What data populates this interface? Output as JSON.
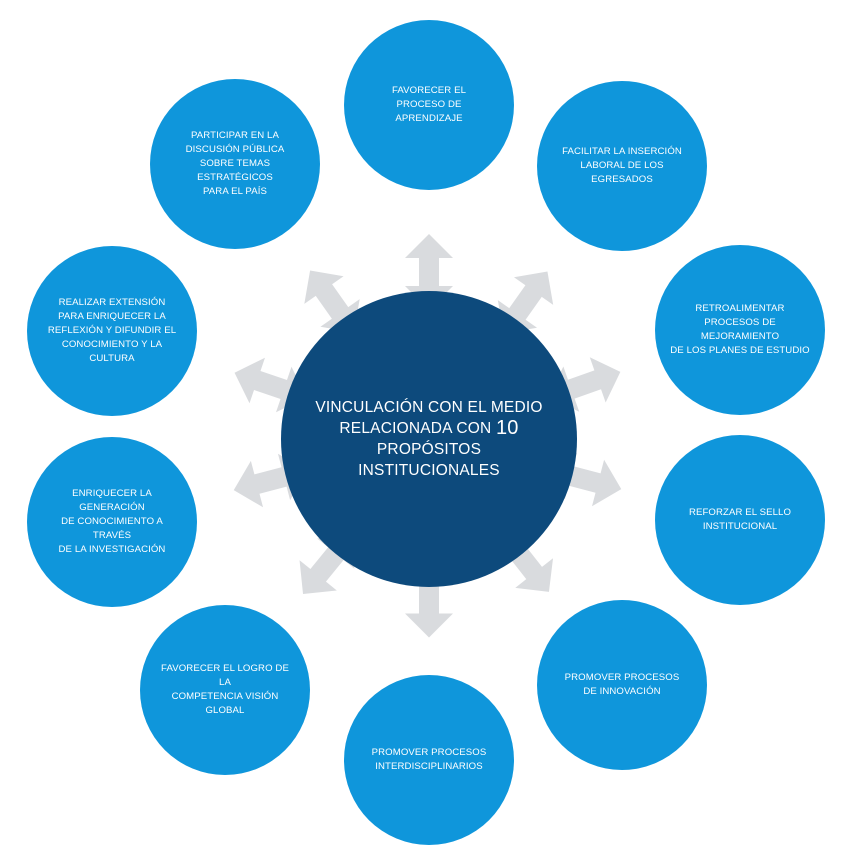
{
  "center": {
    "line1": "VINCULACIÓN CON EL MEDIO",
    "line2_text": "RELACIONADA CON",
    "line2_number": "10",
    "line3": "PROPÓSITOS INSTITUCIONALES"
  },
  "nodes": [
    {
      "lines": [
        "FAVORECER EL",
        "PROCESO DE",
        "APRENDIZAJE"
      ]
    },
    {
      "lines": [
        "FACILITAR LA INSERCIÓN",
        "LABORAL DE LOS EGRESADOS"
      ]
    },
    {
      "lines": [
        "RETROALIMENTAR",
        "PROCESOS DE MEJORAMIENTO",
        "DE LOS PLANES DE ESTUDIO"
      ]
    },
    {
      "lines": [
        "REFORZAR EL SELLO",
        "INSTITUCIONAL"
      ]
    },
    {
      "lines": [
        "PROMOVER PROCESOS",
        "DE INNOVACIÓN"
      ]
    },
    {
      "lines": [
        "PROMOVER PROCESOS",
        "INTERDISCIPLINARIOS"
      ]
    },
    {
      "lines": [
        "FAVORECER EL LOGRO DE LA",
        "COMPETENCIA VISIÓN GLOBAL"
      ]
    },
    {
      "lines": [
        "ENRIQUECER LA GENERACIÓN",
        "DE CONOCIMIENTO A TRAVÉS",
        "DE LA INVESTIGACIÓN"
      ]
    },
    {
      "lines": [
        "REALIZAR EXTENSIÓN",
        "PARA ENRIQUECER LA",
        "REFLEXIÓN Y DIFUNDIR EL",
        "CONOCIMIENTO Y LA CULTURA"
      ]
    },
    {
      "lines": [
        "PARTICIPAR EN LA",
        "DISCUSIÓN PÚBLICA",
        "SOBRE TEMAS ESTRATÉGICOS",
        "PARA EL PAÍS"
      ]
    }
  ],
  "colors": {
    "center_fill": "#0d4a7c",
    "node_fill": "#0f96db",
    "arrow_fill": "#d9dbde",
    "text": "#ffffff"
  }
}
